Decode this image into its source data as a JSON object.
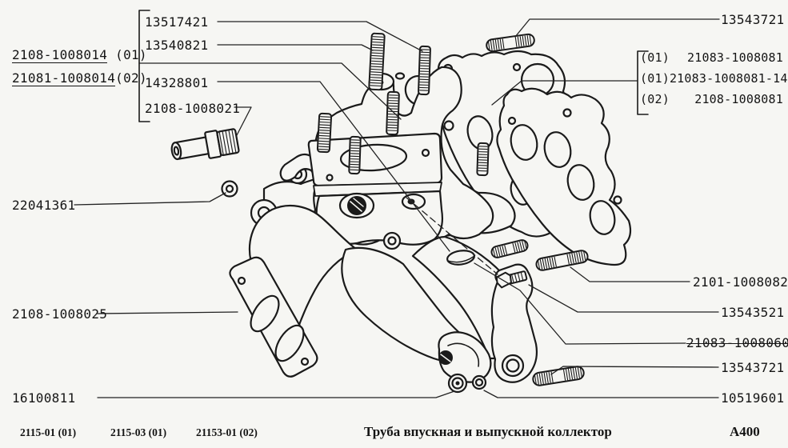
{
  "drawing": {
    "assembly_labels": [
      {
        "number": "2108-1008014",
        "variant": " (01)"
      },
      {
        "number": "21081-1008014",
        "variant": "(02)"
      }
    ],
    "top_left_group": {
      "stud_upper": "13517421",
      "stud_carb": "13540821",
      "plug_new": "14328801",
      "fitting": "2108-1008021"
    },
    "top_right_stud": "13543721",
    "gasket_variants": [
      {
        "variant": "(01)",
        "number": "21083-1008081"
      },
      {
        "variant": "(01)",
        "number": "21083-1008081-14"
      },
      {
        "variant": "(02)",
        "number": "2108-1008081"
      }
    ],
    "washer": "22041361",
    "exhaust_manifold": "2108-1008025",
    "nut_left": "16100811",
    "stud_pair": "2101-1008082",
    "bolt": "13543521",
    "plug_superseded": "21083-1008060",
    "stud_lower": "13543721",
    "nut_right": "10519601"
  },
  "footer": {
    "models": [
      "2115-01 (01)",
      "2115-03 (01)",
      "21153-01 (02)"
    ],
    "title": "Труба впускная и выпускной коллектор",
    "page_code": "A400"
  }
}
